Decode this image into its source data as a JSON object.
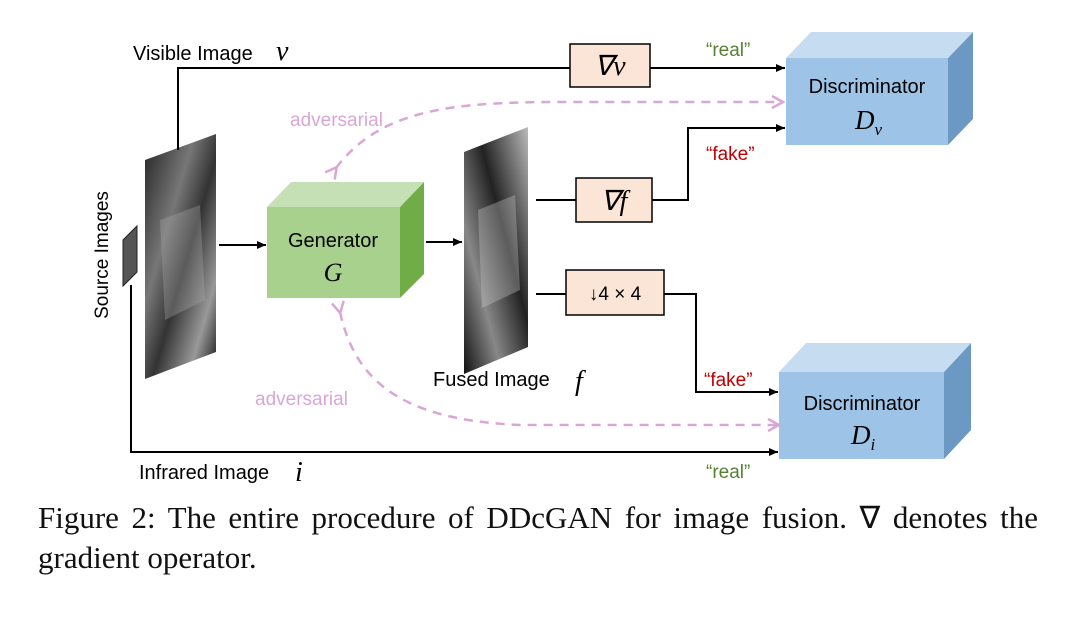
{
  "labels": {
    "visible_image": "Visible Image",
    "visible_var": "v",
    "infrared_image": "Infrared Image",
    "infrared_var": "i",
    "source_images": "Source Images",
    "fused_image": "Fused Image",
    "fused_var": "f",
    "adversarial_top": "adversarial",
    "adversarial_bottom": "adversarial"
  },
  "generator": {
    "name": "Generator",
    "symbol": "G"
  },
  "discriminator_v": {
    "name": "Discriminator",
    "symbol": "D",
    "sub": "v"
  },
  "discriminator_i": {
    "name": "Discriminator",
    "symbol": "D",
    "sub": "i"
  },
  "ops": {
    "grad_v": "∇v",
    "grad_f": "∇f",
    "downsample": "↓4 × 4"
  },
  "edge_labels": {
    "real_top": "“real”",
    "fake_top": "“fake”",
    "fake_bottom": "“fake”",
    "real_bottom": "“real”"
  },
  "colors": {
    "generator": "#a9d18e",
    "discriminator": "#9dc3e6",
    "op_box": "#fbe5d6",
    "adversarial": "#d9a7d6",
    "real": "#548235",
    "fake": "#c00000"
  },
  "caption": "Figure 2: The entire procedure of DDcGAN for image fusion. ∇ denotes the gradient operator."
}
